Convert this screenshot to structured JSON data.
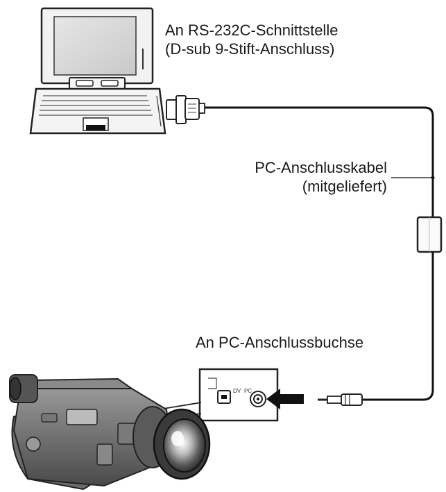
{
  "labels": {
    "rs232_line1": "An RS-232C-Schnittstelle",
    "rs232_line2": "(D-sub 9-Stift-Anschluss)",
    "cable_line1": "PC-Anschlusskabel",
    "cable_line2": "(mitgeliefert)",
    "socket": "An PC-Anschlussbuchse"
  },
  "jack_panel": {
    "dv_text": "DV",
    "pc_text": "PC"
  }
}
